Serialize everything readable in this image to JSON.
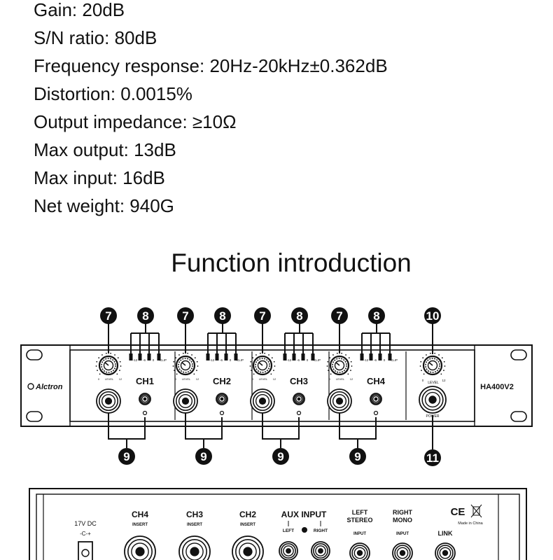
{
  "specs": [
    "Gain: 20dB",
    "S/N ratio: 80dB",
    "Frequency response: 20Hz-20kHz±0.362dB",
    "Distortion: 0.0015%",
    "Output impedance: ≥10Ω",
    "Max output: 13dB",
    "Max input: 16dB",
    "Net weight: 940G"
  ],
  "section_title": "Function introduction",
  "front_panel": {
    "brand": "Alctron",
    "model": "HA400V2",
    "channels": [
      "CH1",
      "CH2",
      "CH3",
      "CH4"
    ],
    "knob_scale": {
      "min": "0",
      "level": "LEVEL",
      "max": "12"
    },
    "led_labels": [
      "-12",
      "-6",
      "0",
      "CLIP"
    ],
    "power_label": "POWER",
    "callouts": {
      "level_knob": "7",
      "leds": "8",
      "jacks": "9",
      "master_level": "10",
      "power": "11"
    }
  },
  "rear_panel": {
    "dc_label": "17V DC",
    "dc_polarity": "-C-+",
    "channels": [
      {
        "name": "CH4",
        "sub": "INSERT"
      },
      {
        "name": "CH3",
        "sub": "INSERT"
      },
      {
        "name": "CH2",
        "sub": "INSERT"
      }
    ],
    "aux": {
      "title": "AUX INPUT",
      "left": "LEFT",
      "right": "RIGHT"
    },
    "left_stereo": {
      "l1": "LEFT",
      "l2": "STEREO",
      "sub": "INPUT"
    },
    "right_mono": {
      "l1": "RIGHT",
      "l2": "MONO",
      "sub": "INPUT"
    },
    "ce_mark": "CE",
    "made_in": "Made in China",
    "link": "LINK"
  }
}
